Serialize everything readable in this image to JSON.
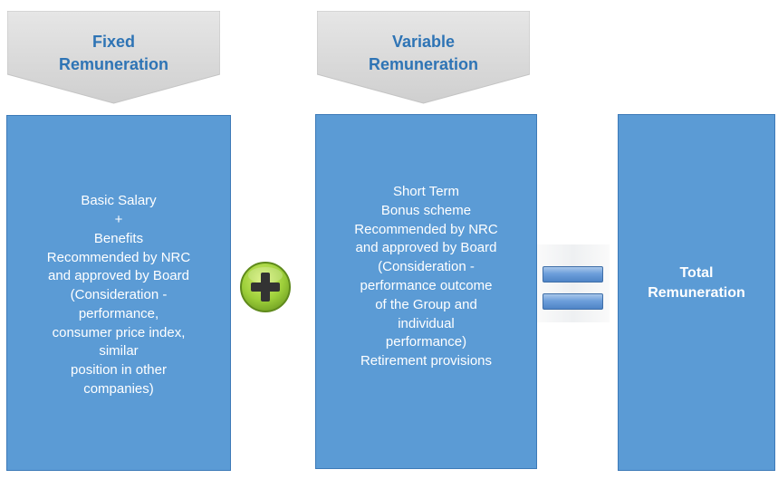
{
  "header_fixed": "Fixed\nRemuneration",
  "header_variable": "Variable\nRemuneration",
  "box_fixed": "Basic Salary\n+\nBenefits\nRecommended by NRC\nand approved by Board\n(Consideration -\nperformance,\nconsumer price index,\nsimilar\nposition in other\ncompanies)",
  "box_variable": "Short Term\nBonus scheme\nRecommended by NRC\nand approved by Board\n(Consideration  -\nperformance outcome\nof the Group and\nindividual\nperformance)\nRetirement provisions",
  "box_total": "Total\nRemuneration",
  "icons": {
    "plus": "plus-circle-icon",
    "equals": "equals-icon"
  },
  "colors": {
    "box_fill": "#5b9bd5",
    "header_text": "#2e74b5",
    "chevron_fill": "#d9d9d9",
    "plus_green": "#8cc63e"
  }
}
